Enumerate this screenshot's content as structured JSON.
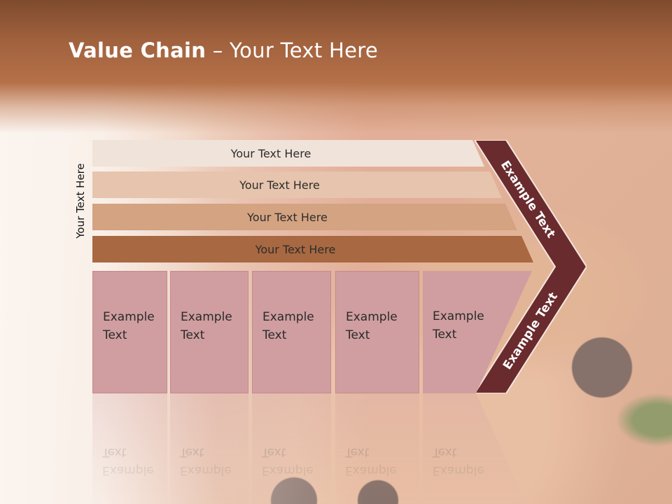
{
  "slide": {
    "title_bold": "Value Chain",
    "title_rest": " – Your Text Here",
    "side_label": "Your Text Here",
    "bands": [
      {
        "label": "Your Text Here",
        "color": "#f0e3da"
      },
      {
        "label": "Your Text Here",
        "color": "#e6c4ad"
      },
      {
        "label": "Your Text Here",
        "color": "#d4a382"
      },
      {
        "label": "Your Text Here",
        "color": "#a86841"
      }
    ],
    "chevron": {
      "top_label": "Example Text",
      "bottom_label": "Example Text",
      "color": "#6a2b2e"
    },
    "cells": [
      {
        "label": "Example Text"
      },
      {
        "label": "Example Text"
      },
      {
        "label": "Example Text"
      },
      {
        "label": "Example Text"
      },
      {
        "label": "Example Text"
      }
    ],
    "colors": {
      "header": "#a0613d",
      "cell": "#d09ea0"
    }
  }
}
